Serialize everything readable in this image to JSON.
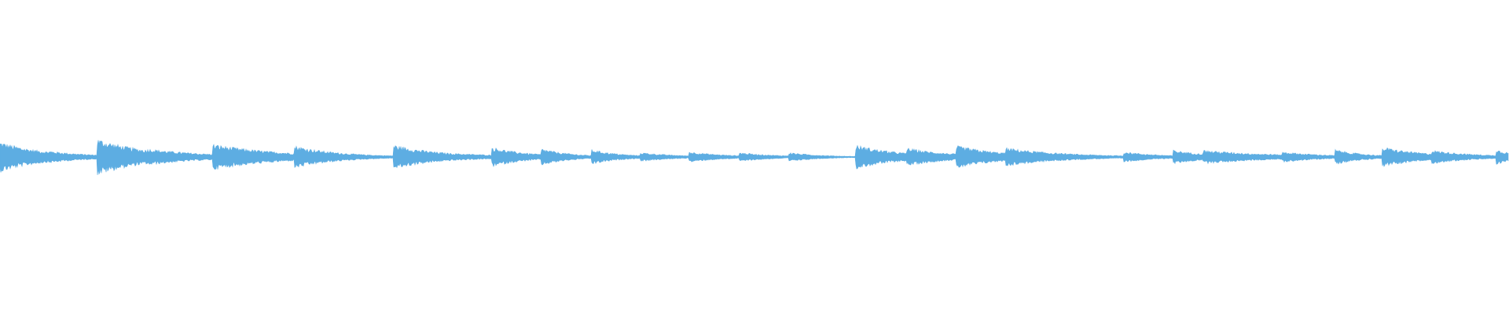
{
  "waveform": {
    "color": "#5DADE2",
    "duration_fraction_shown": 1.0,
    "baseline_amplitude": 0.004,
    "onsets": [
      {
        "t": 0.0,
        "amp": 0.1,
        "decay": 0.03
      },
      {
        "t": 0.032,
        "amp": 0.04,
        "decay": 0.03
      },
      {
        "t": 0.0645,
        "amp": 0.12,
        "decay": 0.034
      },
      {
        "t": 0.0975,
        "amp": 0.055,
        "decay": 0.04
      },
      {
        "t": 0.141,
        "amp": 0.085,
        "decay": 0.045
      },
      {
        "t": 0.195,
        "amp": 0.075,
        "decay": 0.03
      },
      {
        "t": 0.2115,
        "amp": 0.03,
        "decay": 0.025
      },
      {
        "t": 0.261,
        "amp": 0.08,
        "decay": 0.032
      },
      {
        "t": 0.277,
        "amp": 0.04,
        "decay": 0.045
      },
      {
        "t": 0.326,
        "amp": 0.065,
        "decay": 0.025
      },
      {
        "t": 0.359,
        "amp": 0.055,
        "decay": 0.02
      },
      {
        "t": 0.392,
        "amp": 0.05,
        "decay": 0.02
      },
      {
        "t": 0.4245,
        "amp": 0.03,
        "decay": 0.025
      },
      {
        "t": 0.457,
        "amp": 0.035,
        "decay": 0.025
      },
      {
        "t": 0.49,
        "amp": 0.03,
        "decay": 0.025
      },
      {
        "t": 0.523,
        "amp": 0.03,
        "decay": 0.022
      },
      {
        "t": 0.567,
        "amp": 0.08,
        "decay": 0.03
      },
      {
        "t": 0.601,
        "amp": 0.06,
        "decay": 0.03
      },
      {
        "t": 0.634,
        "amp": 0.075,
        "decay": 0.032
      },
      {
        "t": 0.667,
        "amp": 0.06,
        "decay": 0.04
      },
      {
        "t": 0.7,
        "amp": 0.02,
        "decay": 0.015
      },
      {
        "t": 0.745,
        "amp": 0.035,
        "decay": 0.025
      },
      {
        "t": 0.778,
        "amp": 0.045,
        "decay": 0.025
      },
      {
        "t": 0.7975,
        "amp": 0.045,
        "decay": 0.05
      },
      {
        "t": 0.85,
        "amp": 0.035,
        "decay": 0.03
      },
      {
        "t": 0.885,
        "amp": 0.05,
        "decay": 0.02
      },
      {
        "t": 0.9165,
        "amp": 0.065,
        "decay": 0.03
      },
      {
        "t": 0.949,
        "amp": 0.045,
        "decay": 0.03
      },
      {
        "t": 0.992,
        "amp": 0.05,
        "decay": 0.015
      }
    ]
  }
}
